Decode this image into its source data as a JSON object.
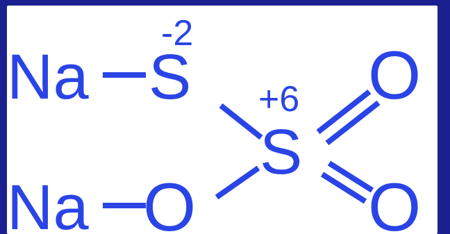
{
  "colors": {
    "background": "#1b2090",
    "panel": "#ffffff",
    "ink": "#2a44e6"
  },
  "structure": {
    "na_top": "Na",
    "na_bottom": "Na",
    "s_left": "S",
    "s_left_charge": "-2",
    "s_center": "S",
    "s_center_charge": "+6",
    "o_top": "O",
    "o_bottom": "O",
    "o_bridge": "O"
  }
}
